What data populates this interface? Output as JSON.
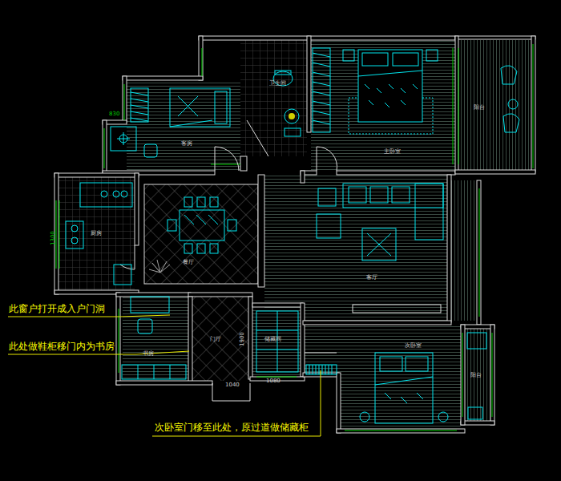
{
  "diagram": {
    "labels": [
      "卫生间",
      "客房",
      "主卧室",
      "阳台",
      "厨房",
      "餐厅",
      "客厅",
      "门厅",
      "储藏间",
      "书房",
      "次卧室",
      "阳台",
      "1040",
      "1900",
      "1080",
      "1300",
      "830",
      "此窗户打开成入户门洞",
      "此处做鞋柜移门内为书房",
      "次卧室门移至此处，原过道做储藏柜"
    ]
  }
}
